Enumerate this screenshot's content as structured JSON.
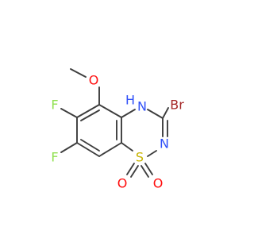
{
  "molecule": {
    "atoms": {
      "o_methoxy": "O",
      "nh_n": "N",
      "nh_h": "H",
      "br": "Br",
      "n_ring": "N",
      "s": "S",
      "o_s_left": "O",
      "o_s_right": "O",
      "f_top": "F",
      "f_bottom": "F"
    },
    "colors": {
      "bond": "#3d3d3d",
      "oxygen": "#ff0d0d",
      "nitrogen": "#3050f8",
      "bromine": "#a62929",
      "sulfur": "#c8b400",
      "fluorine": "#90e050"
    }
  }
}
